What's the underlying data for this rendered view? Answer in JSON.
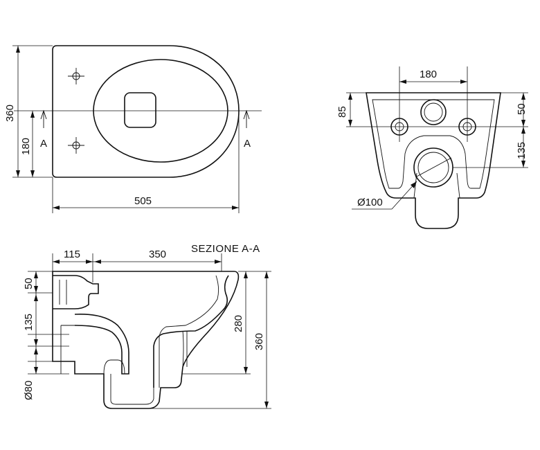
{
  "top_view": {
    "dim_width": "505",
    "dim_height": "360",
    "dim_half_height": "180",
    "section_mark_left": "A",
    "section_mark_right": "A"
  },
  "rear_view": {
    "dim_bolt_spacing": "180",
    "dim_inlet_offset": "85",
    "dim_bolt_offset": "50",
    "dim_outlet_offset": "135",
    "dim_outlet_diameter": "Ø100"
  },
  "section_view": {
    "title": "SEZIONE A-A",
    "dim_rear_depth": "115",
    "dim_bowl_length": "350",
    "dim_top_offset": "50",
    "dim_inlet_to_outlet": "135",
    "dim_outlet_diameter": "Ø80",
    "dim_bowl_height": "280",
    "dim_total_height": "360"
  }
}
